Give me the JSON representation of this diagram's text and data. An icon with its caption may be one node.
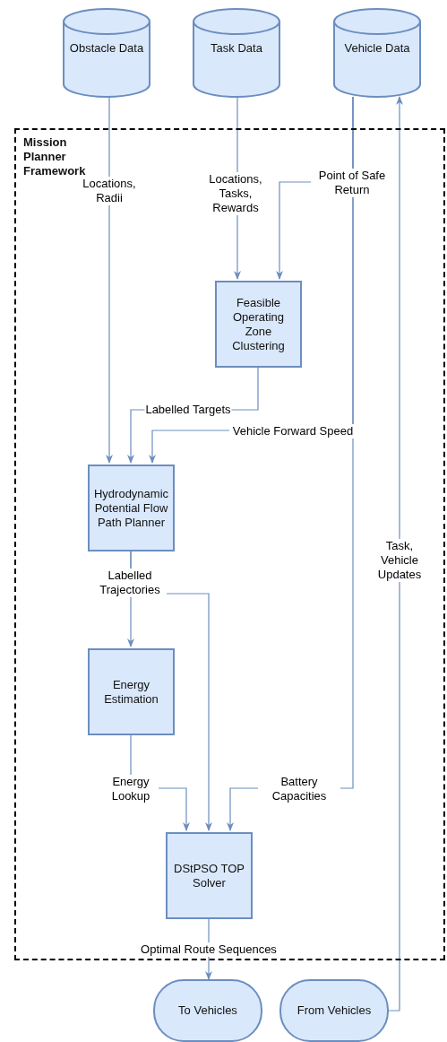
{
  "diagram": {
    "nodes": [
      {
        "text": [
          "Obstacle Data"
        ]
      },
      {
        "text": [
          "Task Data"
        ]
      },
      {
        "text": [
          "Vehicle Data"
        ]
      },
      {
        "text": [
          "Mission Planner Framework"
        ]
      },
      {
        "text": [
          "Feasible Operating Zone Clustering"
        ],
        "in": 3
      },
      {
        "text": [
          "Hydrodynamic Potential Flow Path Planner"
        ],
        "in": 3
      },
      {
        "text": [
          "Energy Estimation"
        ],
        "in": 3
      },
      {
        "text": [
          "DStPSO TOP Solver"
        ],
        "in": 3
      },
      {
        "text": [
          "To Vehicles"
        ]
      },
      {
        "text": [
          "From Vehicles"
        ]
      }
    ],
    "edges": [
      {
        "from": 0,
        "to": 5,
        "arrow": "to",
        "label": "Locations, Radii"
      },
      {
        "from": 1,
        "to": 4,
        "arrow": "to",
        "label": "Locations, Tasks, Rewards"
      },
      {
        "from": 2,
        "to": 4,
        "arrow": "to",
        "label": "Point of Safe Return"
      },
      {
        "from": 4,
        "to": 5,
        "arrow": "to",
        "label": "Labelled Targets"
      },
      {
        "from": 2,
        "to": 5,
        "arrow": "to",
        "label": "Vehicle Forward Speed"
      },
      {
        "from": 5,
        "to": 6,
        "arrow": "to",
        "label": "Labelled Trajectories"
      },
      {
        "from": 5,
        "to": 7,
        "arrow": "to"
      },
      {
        "from": 6,
        "to": 7,
        "arrow": "to",
        "label": "Energy Lookup"
      },
      {
        "from": 2,
        "to": 7,
        "arrow": "to",
        "label": "Battery Capacities"
      },
      {
        "from": 7,
        "to": 8,
        "arrow": "to",
        "label": "Optimal Route Sequences"
      },
      {
        "from": 9,
        "to": 2,
        "arrow": "to",
        "label": "Task, Vehicle Updates"
      }
    ]
  }
}
